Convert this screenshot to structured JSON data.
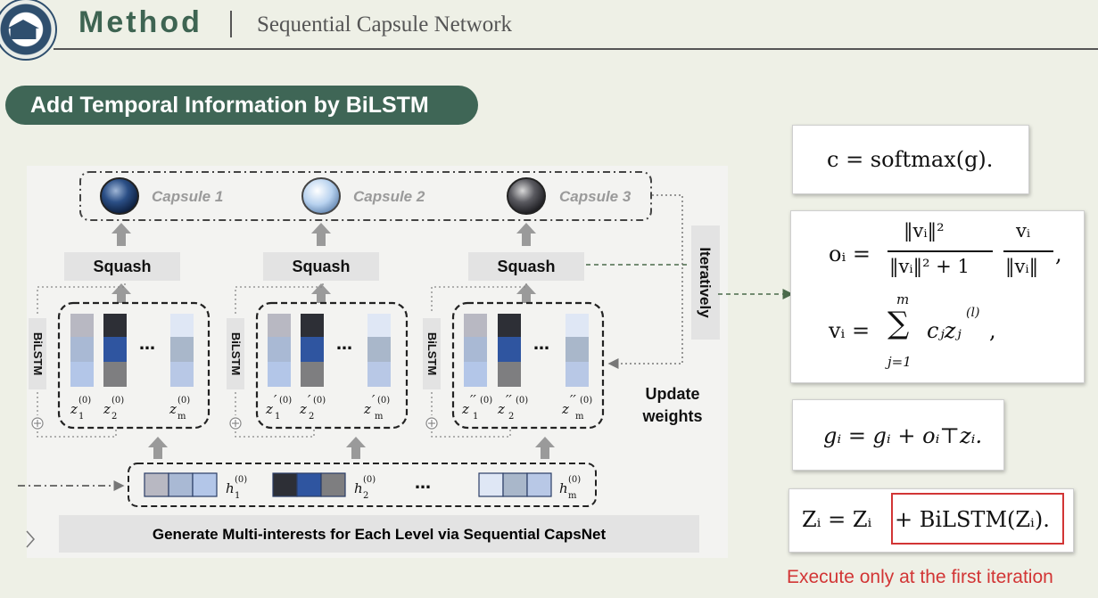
{
  "header": {
    "title": "Method",
    "subtitle": "Sequential Capsule Network"
  },
  "section_title": "Add Temporal Information by BiLSTM",
  "diagram": {
    "capsules": [
      "Capsule 1",
      "Capsule 2",
      "Capsule 3"
    ],
    "squash_label": "Squash",
    "bilstm_label": "BiLSTM",
    "iteratively_label": "Iteratively",
    "update_weights_label": [
      "Update",
      "weights"
    ],
    "ellipsis": "…",
    "groups": [
      {
        "labels": [
          "z",
          "z",
          "z"
        ],
        "primes": [
          "",
          "",
          ""
        ],
        "subs": [
          "1",
          "2",
          "m"
        ],
        "sup": "(0)"
      },
      {
        "labels": [
          "z",
          "z",
          "z"
        ],
        "primes": [
          "′",
          "′",
          "′"
        ],
        "subs": [
          "1",
          "2",
          "m"
        ],
        "sup": "(0)"
      },
      {
        "labels": [
          "z",
          "z",
          "z"
        ],
        "primes": [
          "′′",
          "′′",
          "′′"
        ],
        "subs": [
          "1",
          "2",
          "m"
        ],
        "sup": "(0)"
      }
    ],
    "hidden": [
      {
        "label": "h",
        "sub": "1",
        "sup": "(0)"
      },
      {
        "label": "h",
        "sub": "2",
        "sup": "(0)"
      },
      {
        "label": "h",
        "sub": "m",
        "sup": "(0)"
      }
    ],
    "footer": "Generate Multi-interests for Each Level via Sequential CapsNet"
  },
  "formulas": {
    "f1": "c = softmax(g).",
    "f2a_lhs": "oᵢ =",
    "f2a_num_left": "‖vᵢ‖²",
    "f2a_den_left": "‖vᵢ‖² + 1",
    "f2a_num_right": "vᵢ",
    "f2a_den_right": "‖vᵢ‖",
    "f2a_tail": ",",
    "f2b_lhs": "vᵢ =",
    "f2b_sum_top": "m",
    "f2b_sum_bottom": "j=1",
    "f2b_rhs": "cⱼzⱼ",
    "f2b_sup": "(l)",
    "f2b_tail": ",",
    "f3": "gᵢ = gᵢ + oᵢ⊤zᵢ.",
    "f4_left": "Zᵢ = Zᵢ",
    "f4_boxed": "+ BiLSTM(Zᵢ).",
    "note": "Execute only at the first iteration"
  },
  "colors": {
    "accent": "#3f6656",
    "highlight_box": "#d23535"
  }
}
